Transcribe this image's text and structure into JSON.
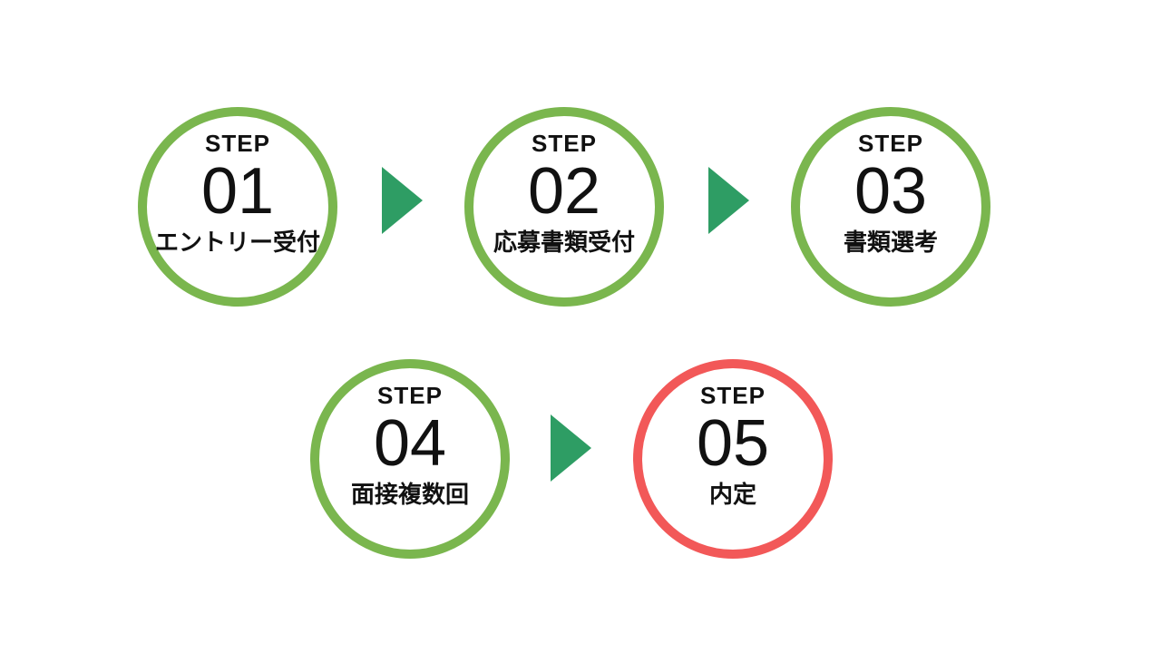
{
  "diagram": {
    "description_title": "",
    "steps": [
      {
        "prefix": "STEP",
        "number": "01",
        "label": "エントリー受付",
        "style": "green"
      },
      {
        "prefix": "STEP",
        "number": "02",
        "label": "応募書類受付",
        "style": "green"
      },
      {
        "prefix": "STEP",
        "number": "03",
        "label": "書類選考",
        "style": "green"
      },
      {
        "prefix": "STEP",
        "number": "04",
        "label": "面接複数回",
        "style": "green"
      },
      {
        "prefix": "STEP",
        "number": "05",
        "label": "内定",
        "style": "red"
      }
    ],
    "arrows": [
      {
        "from": "01",
        "to": "02",
        "direction": "right"
      },
      {
        "from": "02",
        "to": "03",
        "direction": "right"
      },
      {
        "from": "04",
        "to": "05",
        "direction": "right"
      }
    ]
  },
  "colors": {
    "circle_green": "#7ab64e",
    "circle_red": "#f25858",
    "arrow_green": "#2e9d64",
    "text_black": "#111111",
    "background": "#ffffff"
  }
}
